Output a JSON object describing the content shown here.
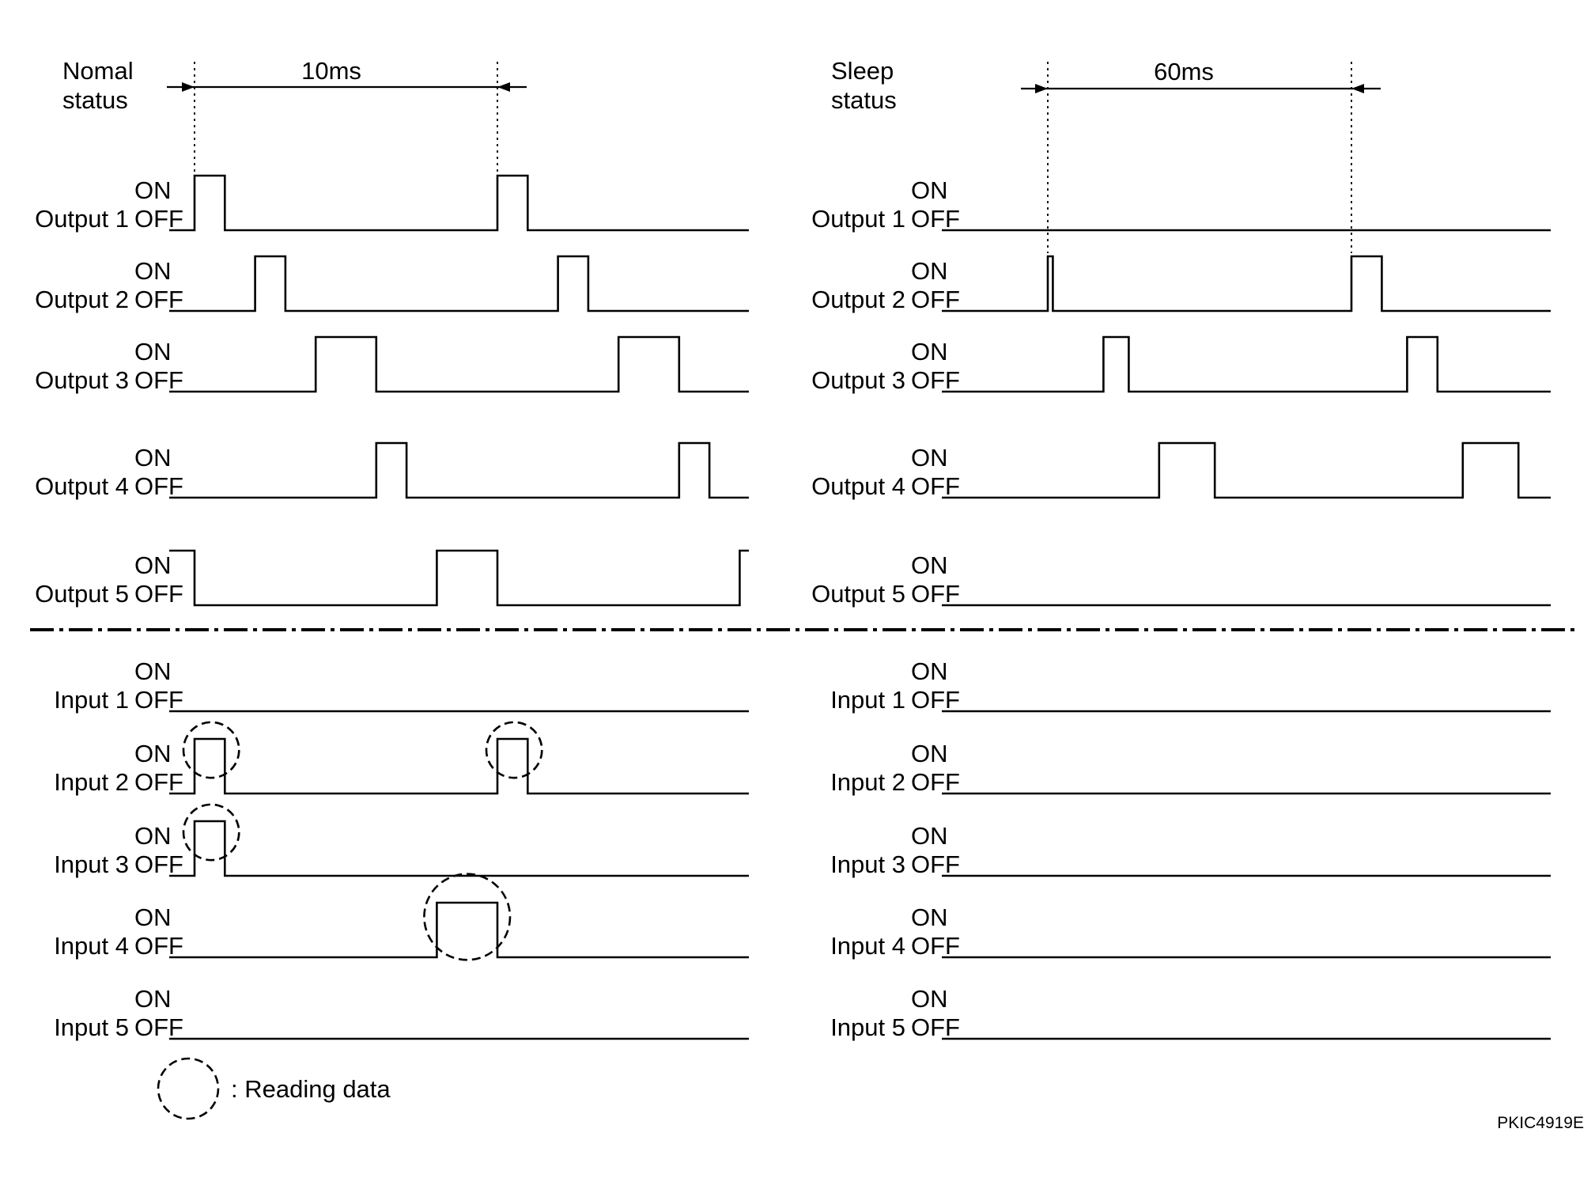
{
  "normal": {
    "title_line1": "Nomal",
    "title_line2": "status",
    "period": "10ms"
  },
  "sleep": {
    "title_line1": "Sleep",
    "title_line2": "status",
    "period": "60ms"
  },
  "state_on": "ON",
  "state_off": "OFF",
  "legend_text": ": Reading data",
  "figure_code": "PKIC4919E",
  "signals": [
    {
      "name": "Output 1",
      "normal_pulses": [
        [
          0,
          1
        ],
        [
          10,
          11
        ]
      ],
      "sleep_pulses": []
    },
    {
      "name": "Output 2",
      "normal_pulses": [
        [
          2,
          3
        ],
        [
          12,
          13
        ]
      ],
      "sleep_pulses": [
        [
          0,
          1
        ],
        [
          60,
          66
        ]
      ]
    },
    {
      "name": "Output 3",
      "normal_pulses": [
        [
          4,
          6
        ],
        [
          14,
          16
        ]
      ],
      "sleep_pulses": [
        [
          11,
          16
        ],
        [
          71,
          77
        ]
      ]
    },
    {
      "name": "Output 4",
      "normal_pulses": [
        [
          6,
          7
        ],
        [
          16,
          17
        ]
      ],
      "sleep_pulses": [
        [
          22,
          33
        ],
        [
          82,
          93
        ]
      ]
    },
    {
      "name": "Output 5",
      "normal_pulses": [
        [
          -1,
          0
        ],
        [
          8,
          10
        ],
        [
          18,
          19
        ]
      ],
      "sleep_pulses": []
    },
    {
      "name": "Input 1",
      "normal_pulses": [],
      "sleep_pulses": []
    },
    {
      "name": "Input 2",
      "normal_pulses": [
        [
          0,
          1
        ],
        [
          10,
          11
        ]
      ],
      "sleep_pulses": [],
      "reading_marks": [
        0,
        1
      ]
    },
    {
      "name": "Input 3",
      "normal_pulses": [
        [
          0,
          1
        ]
      ],
      "sleep_pulses": [],
      "reading_marks": [
        0
      ]
    },
    {
      "name": "Input 4",
      "normal_pulses": [
        [
          8,
          10
        ]
      ],
      "sleep_pulses": [],
      "reading_marks": [
        0
      ]
    },
    {
      "name": "Input 5",
      "normal_pulses": [],
      "sleep_pulses": []
    }
  ]
}
